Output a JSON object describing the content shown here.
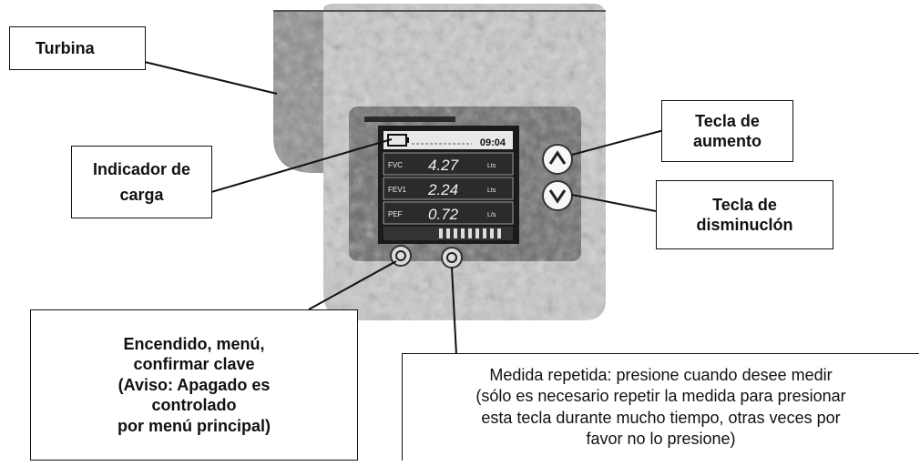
{
  "labels": {
    "turbina": "Turbina",
    "indicador_carga": [
      "Indicador de",
      "carga"
    ],
    "tecla_aumento": [
      "Tecla de",
      "aumento"
    ],
    "tecla_disminucion": [
      "Tecla de",
      "disminuclón"
    ],
    "encendido": [
      "Encendido, menú,",
      "confirmar clave",
      "(Aviso: Apagado es",
      "controlado",
      "por menú principal)"
    ],
    "medida": [
      "Medida repetida: presione cuando desee medir",
      "(sólo es necesario repetir la medida para presionar",
      "esta tecla durante mucho tiempo, otras veces por",
      "favor no lo presione)"
    ]
  },
  "device_screen": {
    "time": "09:04",
    "rows": [
      {
        "label": "FVC",
        "value": "4.27",
        "unit": "Lts"
      },
      {
        "label": "FEV1",
        "value": "2.24",
        "unit": "Lts"
      },
      {
        "label": "PEF",
        "value": "0.72",
        "unit": "L/s"
      }
    ]
  }
}
